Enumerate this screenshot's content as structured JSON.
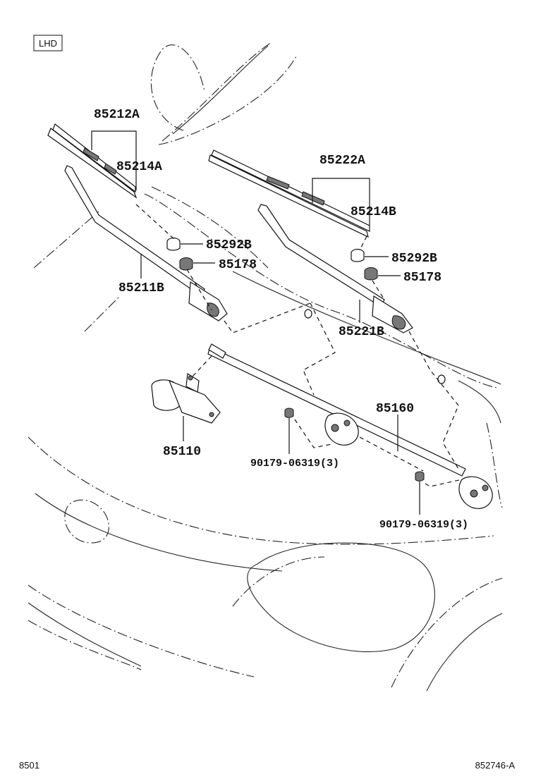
{
  "badge": {
    "label": "LHD"
  },
  "parts": [
    {
      "id": "85212A",
      "label": "85212A"
    },
    {
      "id": "85214A",
      "label": "85214A"
    },
    {
      "id": "85222A",
      "label": "85222A"
    },
    {
      "id": "85214B",
      "label": "85214B"
    },
    {
      "id": "85292B_left",
      "label": "85292B"
    },
    {
      "id": "85178_left",
      "label": "85178"
    },
    {
      "id": "85211B",
      "label": "85211B"
    },
    {
      "id": "85292B_right",
      "label": "85292B"
    },
    {
      "id": "85178_right",
      "label": "85178"
    },
    {
      "id": "85221B",
      "label": "85221B"
    },
    {
      "id": "85160",
      "label": "85160"
    },
    {
      "id": "85110",
      "label": "85110"
    },
    {
      "id": "90179_a",
      "label": "90179-06319(3)"
    },
    {
      "id": "90179_b",
      "label": "90179-06319(3)"
    }
  ],
  "footer": {
    "left_code": "8501",
    "right_code": "852746-A"
  }
}
